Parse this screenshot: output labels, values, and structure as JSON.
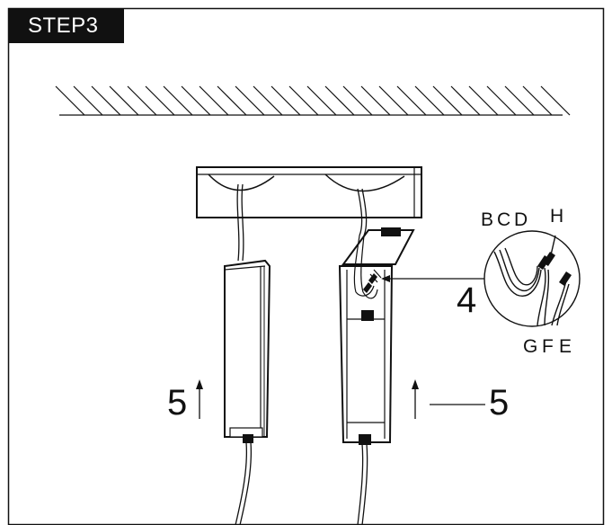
{
  "step": {
    "label": "STEP3"
  },
  "callouts": {
    "detail_number": "4",
    "left_arrow_number": "5",
    "right_arrow_number": "5"
  },
  "wire_labels": {
    "B": "B",
    "C": "C",
    "D": "D",
    "H": "H",
    "G": "G",
    "F": "F",
    "E": "E"
  },
  "colors": {
    "stroke": "#111111",
    "badge_bg": "#111111",
    "badge_text": "#ffffff",
    "background": "#ffffff"
  }
}
